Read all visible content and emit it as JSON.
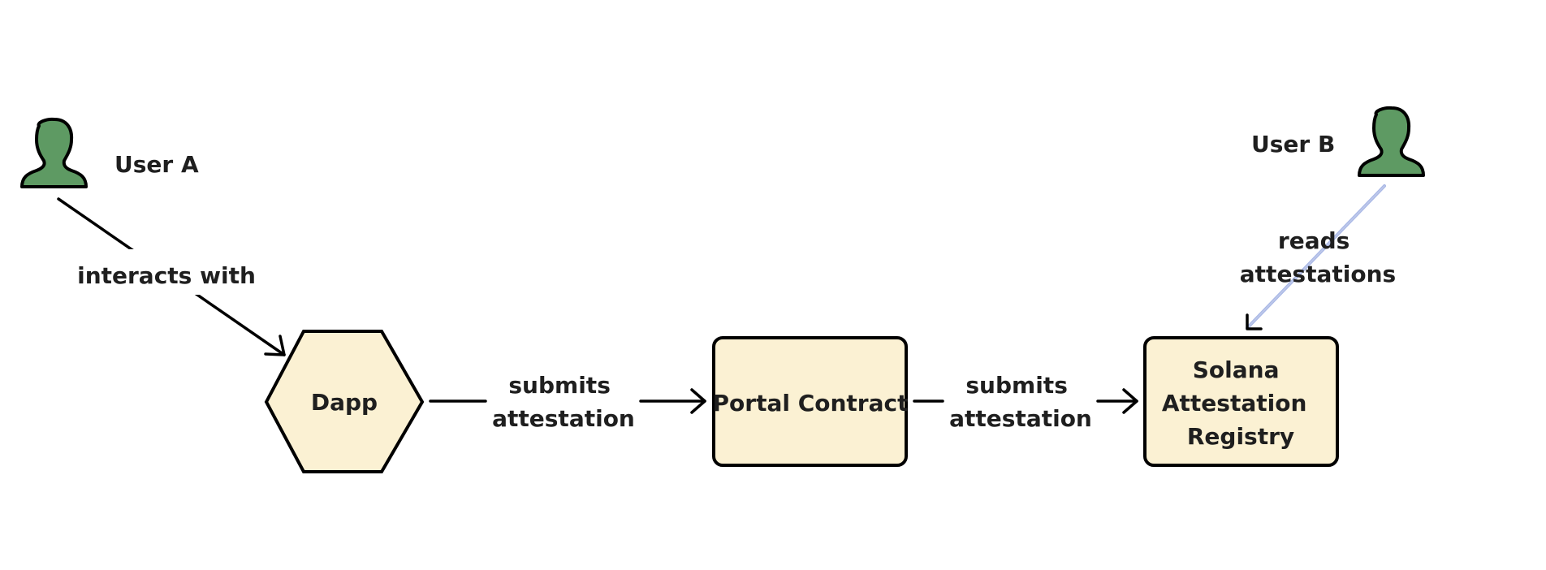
{
  "actors": {
    "user_a": {
      "label": "User A"
    },
    "user_b": {
      "label": "User B"
    }
  },
  "nodes": {
    "dapp": {
      "label": "Dapp",
      "shape": "hexagon"
    },
    "portal_contract": {
      "label": "Portal Contract",
      "shape": "rounded-rect"
    },
    "registry": {
      "label_lines": [
        "Solana",
        "Attestation",
        "Registry"
      ],
      "shape": "rounded-rect"
    }
  },
  "edges": {
    "user_a_to_dapp": {
      "label": "interacts with"
    },
    "dapp_to_portal": {
      "label_lines": [
        "submits",
        "attestation"
      ]
    },
    "portal_to_registry": {
      "label_lines": [
        "submits",
        "attestation"
      ]
    },
    "user_b_to_registry": {
      "label_lines": [
        "reads",
        "attestations"
      ]
    }
  },
  "colors": {
    "node_fill": "#fbf1d3",
    "person_fill": "#5e9a63",
    "stroke": "#000000",
    "selected_edge": "#a9b8e6"
  },
  "icons": {
    "user_a": "person-icon",
    "user_b": "person-icon"
  }
}
